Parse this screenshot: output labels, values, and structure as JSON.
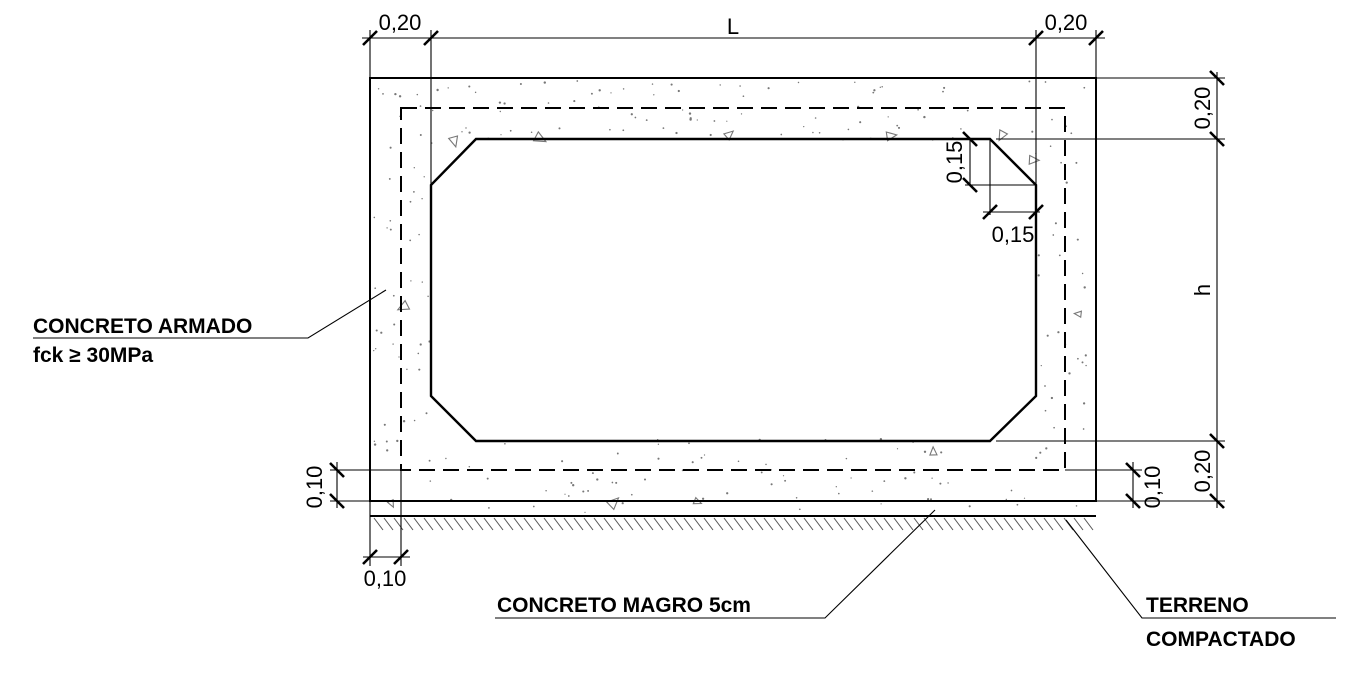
{
  "dimensions": {
    "wall_left": "0,20",
    "span": "L",
    "wall_right": "0,20",
    "top_slab": "0,20",
    "height": "h",
    "bottom_slab": "0,20",
    "chamfer_vertical": "0,15",
    "chamfer_horizontal": "0,15",
    "cover_bottom_left": "0,10",
    "cover_bottom_right": "0,10",
    "cover_side": "0,10"
  },
  "labels": {
    "reinforced_concrete_line1": "CONCRETO ARMADO",
    "reinforced_concrete_line2": "fck ≥ 30MPa",
    "lean_concrete": "CONCRETO MAGRO 5cm",
    "soil_line1": "TERRENO",
    "soil_line2": "COMPACTADO"
  }
}
